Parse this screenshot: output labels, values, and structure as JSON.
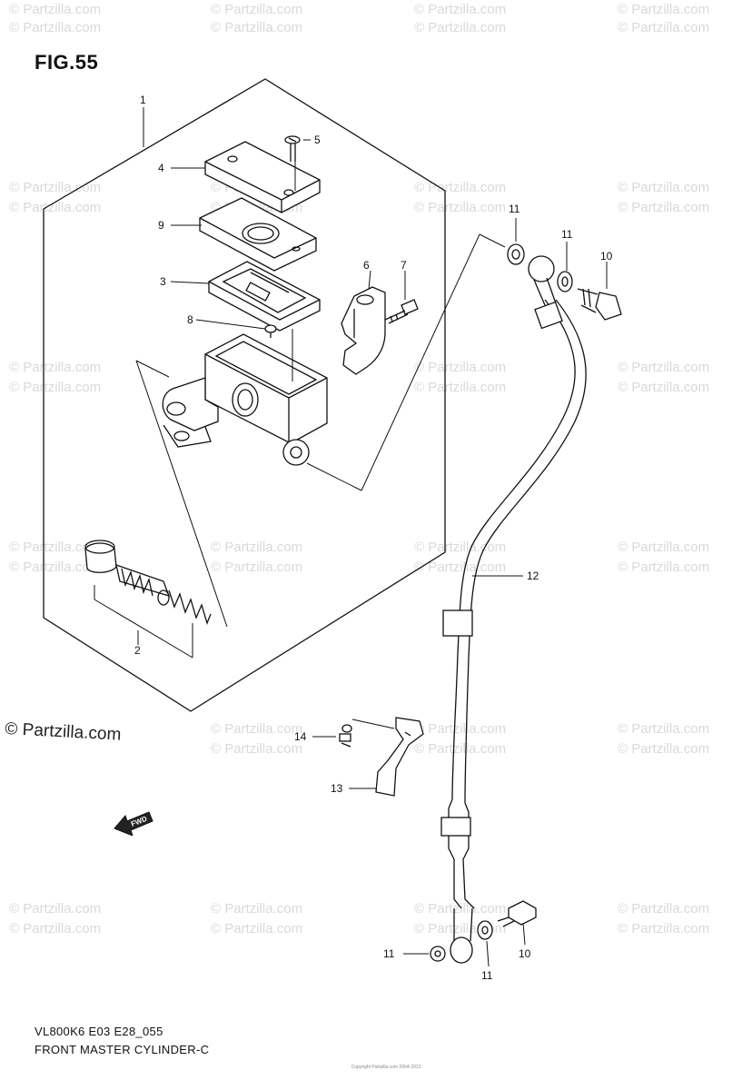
{
  "figure": {
    "title": "FIG.55",
    "code": "VL800K6 E03 E28_055",
    "caption": "FRONT MASTER CYLINDER-C",
    "copyright_badge": "© Partzilla.com",
    "watermark": "© Partzilla.com",
    "fwd_label": "FWD",
    "tiny_note": "Copyright Partzilla.com 2004-2013"
  },
  "callouts": {
    "c1": "1",
    "c2": "2",
    "c3": "3",
    "c4": "4",
    "c5": "5",
    "c6": "6",
    "c7": "7",
    "c8": "8",
    "c9": "9",
    "c10a": "10",
    "c10b": "10",
    "c11a": "11",
    "c11b": "11",
    "c11c": "11",
    "c11d": "11",
    "c12": "12",
    "c13": "13",
    "c14": "14"
  },
  "colors": {
    "line": "#111111",
    "watermark": "#d9d9d9",
    "background": "#ffffff"
  }
}
